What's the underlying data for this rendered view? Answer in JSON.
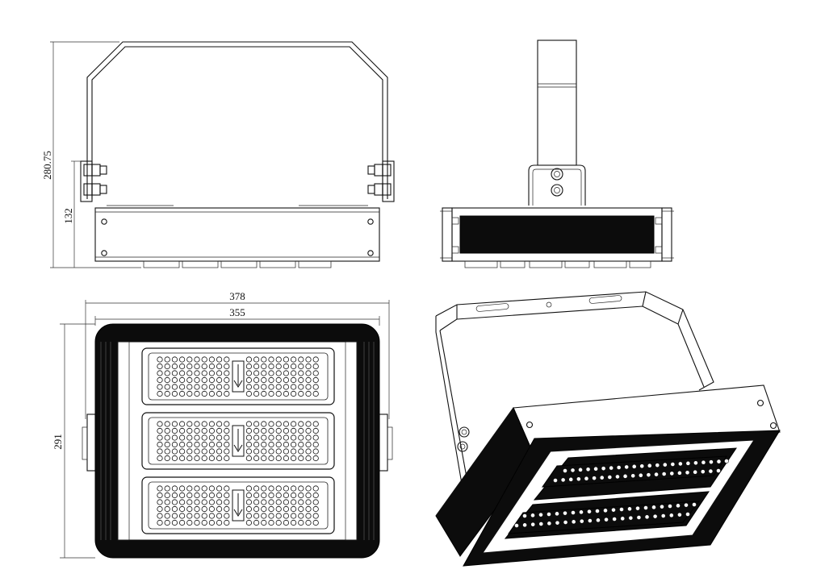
{
  "dimensions": {
    "front_total_height": "280.75",
    "front_body_height": "132",
    "bottom_outer_width": "378",
    "bottom_inner_width": "355",
    "bottom_height": "291"
  }
}
